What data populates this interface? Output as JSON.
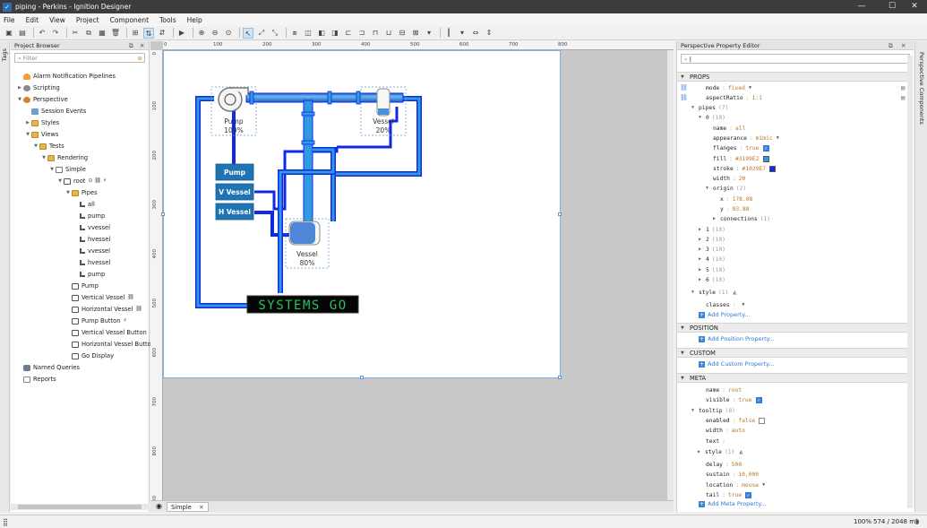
{
  "window": {
    "title": "piping - Perkins - Ignition Designer",
    "app_icon": "ignition-logo",
    "controls": [
      "—",
      "☐",
      "✕"
    ]
  },
  "menu": [
    "File",
    "Edit",
    "View",
    "Project",
    "Component",
    "Tools",
    "Help"
  ],
  "left_tab": "Tags",
  "right_tab": "Perspective Components",
  "browser": {
    "title": "Project Browser",
    "filter_placeholder": "Filter",
    "tree": [
      {
        "label": "Alarm Notification Pipelines",
        "icon": "bell-icon",
        "depth": 0,
        "arrow": ""
      },
      {
        "label": "Scripting",
        "icon": "gear-icon",
        "depth": 0,
        "arrow": "▶"
      },
      {
        "label": "Perspective",
        "icon": "perspective-icon",
        "depth": 0,
        "arrow": "▼"
      },
      {
        "label": "Session Events",
        "icon": "event-icon",
        "depth": 1,
        "arrow": ""
      },
      {
        "label": "Styles",
        "icon": "folder-icon",
        "depth": 1,
        "arrow": "▶"
      },
      {
        "label": "Views",
        "icon": "folder-icon",
        "depth": 1,
        "arrow": "▼"
      },
      {
        "label": "Tests",
        "icon": "folder-icon",
        "depth": 2,
        "arrow": "▼"
      },
      {
        "label": "Rendering",
        "icon": "folder-icon",
        "depth": 3,
        "arrow": "▼"
      },
      {
        "label": "Simple",
        "icon": "view-icon",
        "depth": 4,
        "arrow": "▼"
      },
      {
        "label": "root",
        "icon": "container-icon",
        "depth": 5,
        "arrow": "▼",
        "badges": "⊙ ⛓ ⚡"
      },
      {
        "label": "Pipes",
        "icon": "folder-icon",
        "depth": 6,
        "arrow": "▼"
      },
      {
        "label": "all",
        "icon": "pipe-icon",
        "depth": 7,
        "arrow": ""
      },
      {
        "label": "pump",
        "icon": "pipe-icon",
        "depth": 7,
        "arrow": ""
      },
      {
        "label": "vvessel",
        "icon": "pipe-icon",
        "depth": 7,
        "arrow": ""
      },
      {
        "label": "hvessel",
        "icon": "pipe-icon",
        "depth": 7,
        "arrow": ""
      },
      {
        "label": "vvessel",
        "icon": "pipe-icon",
        "depth": 7,
        "arrow": ""
      },
      {
        "label": "hvessel",
        "icon": "pipe-icon",
        "depth": 7,
        "arrow": ""
      },
      {
        "label": "pump",
        "icon": "pipe-icon",
        "depth": 7,
        "arrow": ""
      },
      {
        "label": "Pump",
        "icon": "component-icon",
        "depth": 6,
        "arrow": ""
      },
      {
        "label": "Vertical Vessel",
        "icon": "component-icon",
        "depth": 6,
        "arrow": "",
        "badges": "⛓"
      },
      {
        "label": "Horizontal Vessel",
        "icon": "component-icon",
        "depth": 6,
        "arrow": "",
        "badges": "⛓"
      },
      {
        "label": "Pump Button",
        "icon": "component-icon",
        "depth": 6,
        "arrow": "",
        "badges": "⚡"
      },
      {
        "label": "Vertical Vessel Button",
        "icon": "component-icon",
        "depth": 6,
        "arrow": "",
        "badges": "⚡"
      },
      {
        "label": "Horizontal Vessel Button",
        "icon": "component-icon",
        "depth": 6,
        "arrow": "",
        "badges": "⚡"
      },
      {
        "label": "Go Display",
        "icon": "component-icon",
        "depth": 6,
        "arrow": ""
      },
      {
        "label": "Named Queries",
        "icon": "database-icon",
        "depth": 0,
        "arrow": ""
      },
      {
        "label": "Reports",
        "icon": "report-icon",
        "depth": 0,
        "arrow": ""
      }
    ]
  },
  "canvas": {
    "h_ruler": [
      "0",
      "100",
      "200",
      "300",
      "400",
      "500",
      "600",
      "700",
      "800"
    ],
    "v_ruler": [
      "0",
      "100",
      "200",
      "300",
      "400",
      "500",
      "600",
      "700",
      "800",
      "900"
    ],
    "pump_label": "Pump",
    "pump_value": "100%",
    "vvessel_label": "Vessel",
    "vvessel_value": "20%",
    "hvessel_label": "Vessel",
    "hvessel_value": "80%",
    "pump_button": "Pump",
    "vvessel_button": "V Vessel",
    "hvessel_button": "H Vessel",
    "go_display": "SYSTEMS GO",
    "pipe_fill": "#3199E2",
    "pipe_stroke": "#1029E7",
    "button_color": "#1f74b3"
  },
  "doc_tab": "Simple",
  "props": {
    "title": "Perspective Property Editor",
    "search_value": "",
    "sections": {
      "props": "PROPS",
      "position": "POSITION",
      "custom": "CUSTOM",
      "meta": "META"
    },
    "rows": {
      "mode_k": "mode",
      "mode_v": "fixed",
      "aspect_k": "aspectRatio",
      "aspect_v": "1:1",
      "pipes_k": "pipes",
      "pipes_c": "(7)",
      "p0_k": "0",
      "p0_c": "(10)",
      "name_k": "name",
      "name_v": "all",
      "appearance_k": "appearance",
      "appearance_v": "mimic",
      "flanges_k": "flanges",
      "flanges_v": "true",
      "fill_k": "fill",
      "fill_v": "#3199E2",
      "stroke_k": "stroke",
      "stroke_v": "#1029E7",
      "width_k": "width",
      "width_v": "20",
      "origin_k": "origin",
      "origin_c": "(2)",
      "x_k": "x",
      "x_v": "178.08",
      "y_k": "y",
      "y_v": "93.88",
      "connections_k": "connections",
      "connections_c": "(1)",
      "p1_k": "1",
      "p1_c": "(10)",
      "p2_k": "2",
      "p2_c": "(10)",
      "p3_k": "3",
      "p3_c": "(10)",
      "p4_k": "4",
      "p4_c": "(10)",
      "p5_k": "5",
      "p5_c": "(10)",
      "p6_k": "6",
      "p6_c": "(10)",
      "style_k": "style",
      "style_c": "(1)",
      "classes_k": "classes",
      "meta_name_k": "name",
      "meta_name_v": "root",
      "visible_k": "visible",
      "visible_v": "true",
      "tooltip_k": "tooltip",
      "tooltip_c": "(8)",
      "enabled_k": "enabled",
      "enabled_v": "false",
      "tt_width_k": "width",
      "tt_width_v": "auto",
      "text_k": "text",
      "tt_style_k": "style",
      "tt_style_c": "(1)",
      "delay_k": "delay",
      "delay_v": "500",
      "sustain_k": "sustain",
      "sustain_v": "10,000",
      "location_k": "location",
      "location_v": "mouse",
      "tail_k": "tail",
      "tail_v": "true"
    },
    "add_property": "Add Property...",
    "add_position": "Add Position Property...",
    "add_custom": "Add Custom Property...",
    "add_meta": "Add Meta Property..."
  },
  "status": {
    "zoom": "100%",
    "memory": "574 / 2048 mb"
  }
}
